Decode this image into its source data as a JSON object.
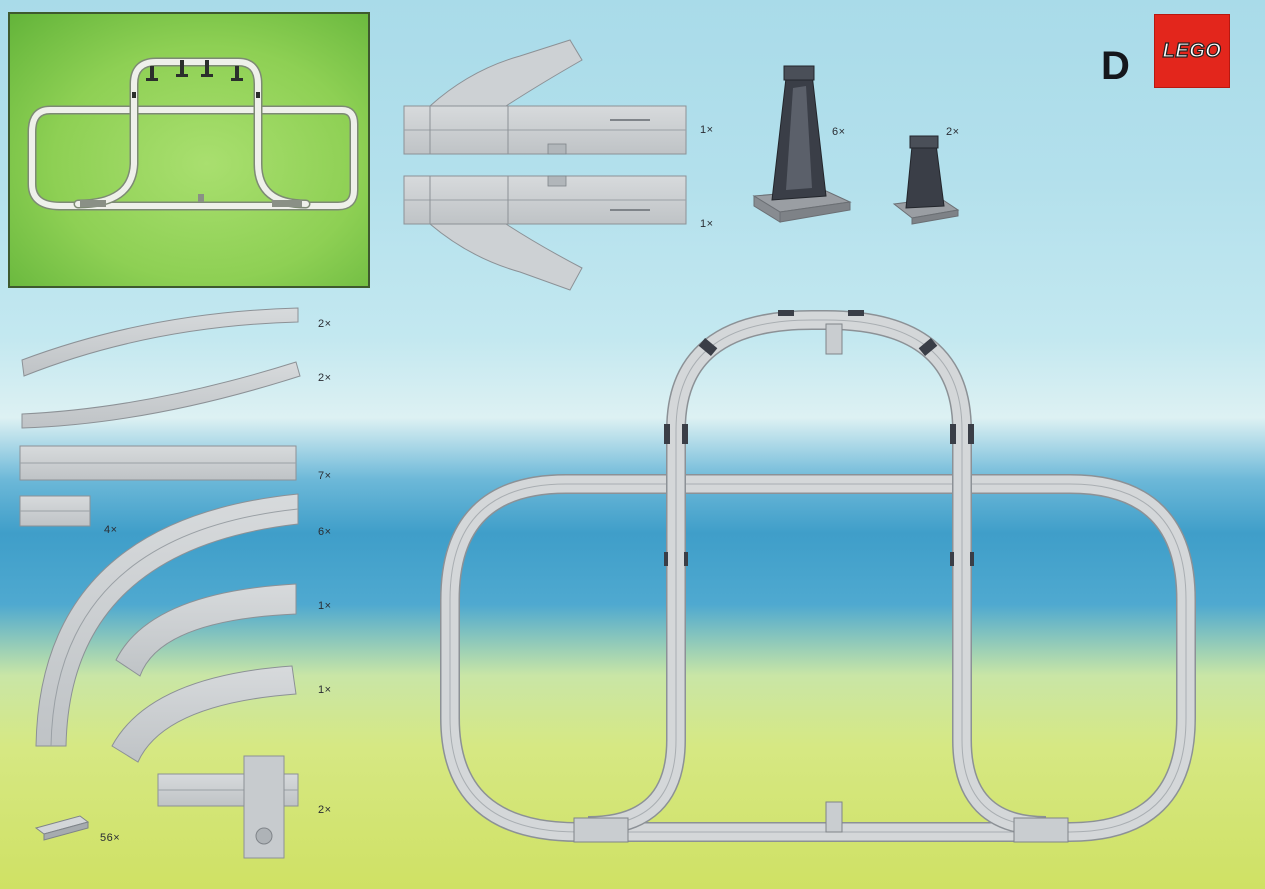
{
  "brand": {
    "logo_text": "LEGO",
    "red": "#e3261c"
  },
  "page": {
    "letter": "D"
  },
  "parts": {
    "switch_left_qty": "1×",
    "switch_right_qty": "1×",
    "tall_support_qty": "6×",
    "short_support_qty": "2×",
    "curve_gentle_a_qty": "2×",
    "curve_gentle_b_qty": "2×",
    "straight_long_qty": "7×",
    "straight_short_qty": "4×",
    "curve_large_qty": "6×",
    "curve_small_a_qty": "1×",
    "curve_small_b_qty": "1×",
    "support_crossing_qty": "2×",
    "plate_qty": "56×"
  },
  "colors": {
    "track": "#c9cdd0",
    "track_edge": "#8c9196",
    "support": "#3a3e47",
    "support_base": "#8d9196"
  }
}
